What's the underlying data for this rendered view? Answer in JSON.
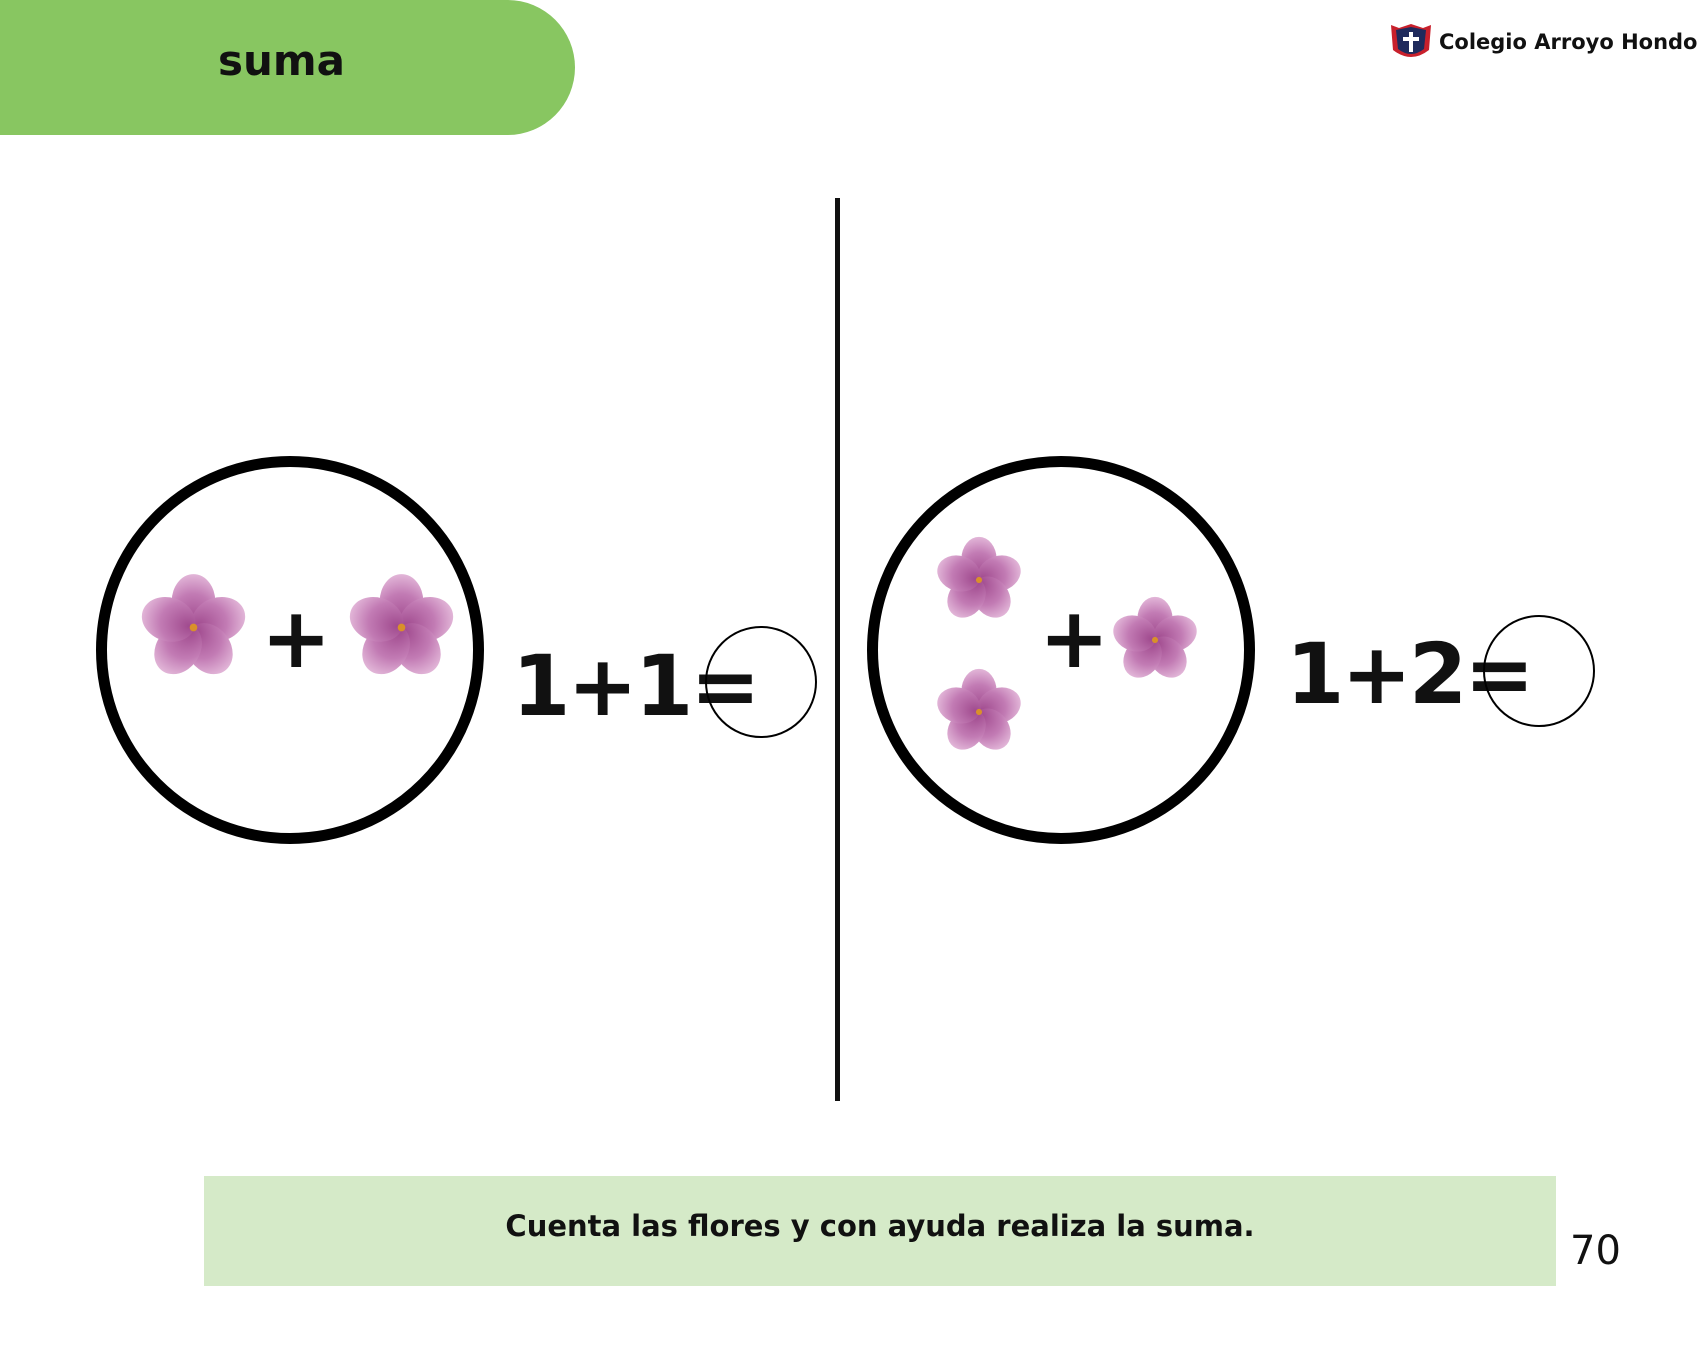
{
  "header": {
    "title": "suma",
    "school_name": "Colegio Arroyo Hondo",
    "tab_color": "#88c661"
  },
  "exercises": [
    {
      "left_count": 1,
      "right_count": 1,
      "operator": "+",
      "equation": "1+1="
    },
    {
      "left_count": 2,
      "right_count": 1,
      "operator": "+",
      "equation": "1+2="
    }
  ],
  "instruction": "Cuenta las flores y con ayuda realiza la suma.",
  "page_number": "70",
  "icons": {
    "flower": "flower-icon",
    "logo": "school-crest-icon"
  }
}
